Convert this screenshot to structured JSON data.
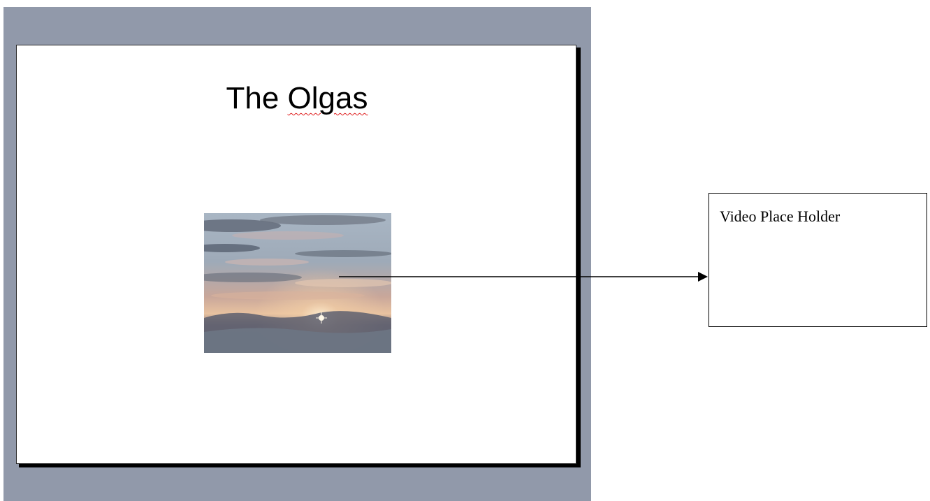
{
  "slide": {
    "title_word1": "The",
    "title_word2": "Olgas"
  },
  "image": {
    "description_icon": "sunset-clouds-image"
  },
  "placeholder": {
    "label": "Video Place Holder"
  },
  "colors": {
    "editor_background": "#9199aa",
    "slide_background": "#ffffff",
    "spell_underline": "#e02020"
  }
}
